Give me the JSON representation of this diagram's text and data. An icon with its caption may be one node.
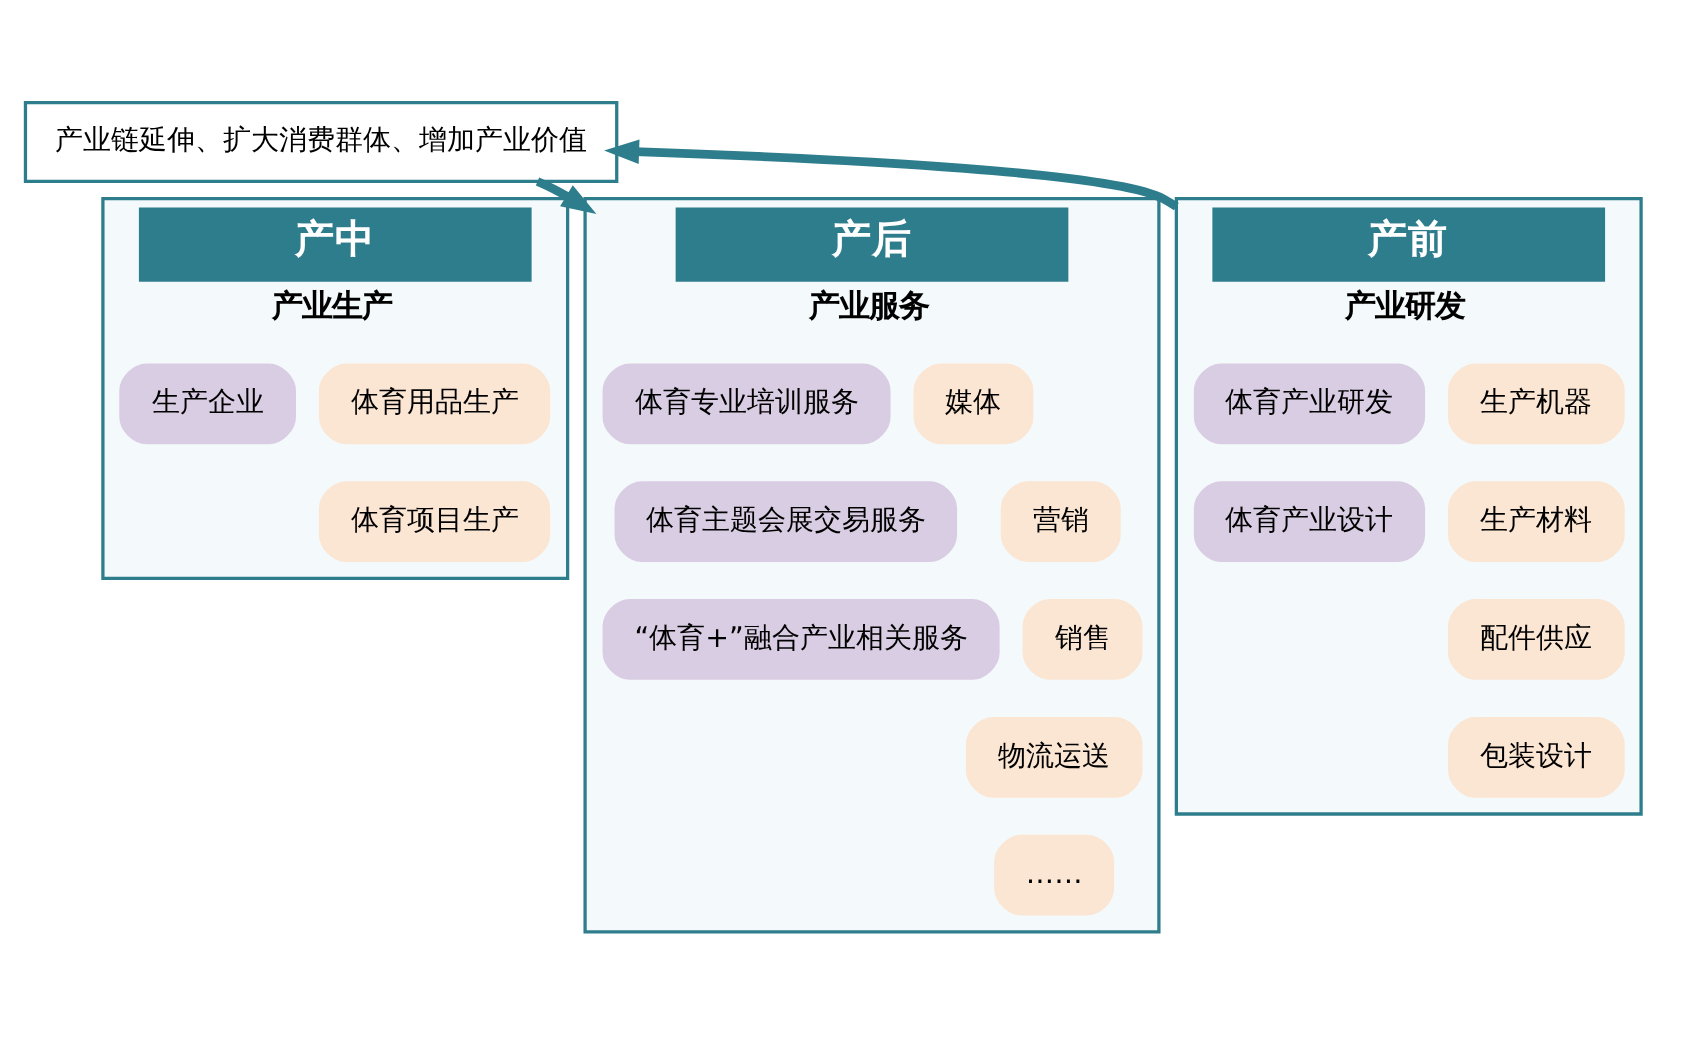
{
  "diagram": {
    "nodes": [
      {
        "text": [
          "产业链延伸、扩大消费群体、增加产业价值"
        ]
      },
      {
        "text": [
          "产前",
          "产业研发"
        ]
      },
      {
        "text": [
          "体育产业研发"
        ],
        "in": 1
      },
      {
        "text": [
          "体育产业设计"
        ],
        "in": 1
      },
      {
        "text": [
          "生产机器"
        ],
        "in": 1
      },
      {
        "text": [
          "生产材料"
        ],
        "in": 1
      },
      {
        "text": [
          "配件供应"
        ],
        "in": 1
      },
      {
        "text": [
          "包装设计"
        ],
        "in": 1
      },
      {
        "text": [
          "产中",
          "产业生产"
        ]
      },
      {
        "text": [
          "生产企业"
        ],
        "in": 8
      },
      {
        "text": [
          "体育用品生产"
        ],
        "in": 8
      },
      {
        "text": [
          "体育项目生产"
        ],
        "in": 8
      },
      {
        "text": [
          "产后",
          "产业服务"
        ]
      },
      {
        "text": [
          "体育专业培训服务"
        ],
        "in": 12
      },
      {
        "text": [
          "体育主题会展交易服务"
        ],
        "in": 12
      },
      {
        "text": [
          "“体育+”融合产业相关服务"
        ],
        "in": 12
      },
      {
        "text": [
          "媒体"
        ],
        "in": 12
      },
      {
        "text": [
          "营销"
        ],
        "in": 12
      },
      {
        "text": [
          "销售"
        ],
        "in": 12
      },
      {
        "text": [
          "物流运送"
        ],
        "in": 12
      },
      {
        "text": [
          "……"
        ],
        "in": 12
      }
    ],
    "edges": [
      {
        "from": 1,
        "to": 0,
        "arrow": "to"
      },
      {
        "from": 0,
        "to": 12,
        "arrow": "to"
      }
    ]
  }
}
